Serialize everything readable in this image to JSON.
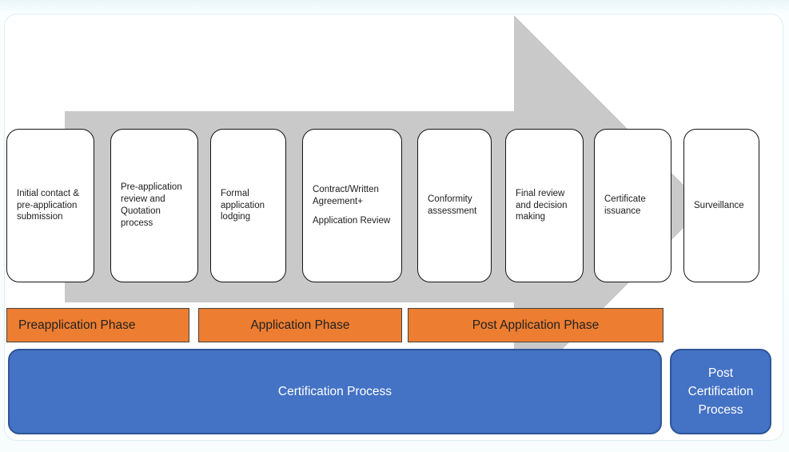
{
  "diagram": {
    "steps": [
      {
        "label": "Initial contact & pre-application submission"
      },
      {
        "label": "Pre-application review and Quotation process"
      },
      {
        "label": "Formal application lodging"
      },
      {
        "label": "Contract/Written Agreement+",
        "label_line2": "Application Review"
      },
      {
        "label": "Conformity assessment"
      },
      {
        "label": "Final review and decision making"
      },
      {
        "label": "Certificate issuance"
      },
      {
        "label": "Surveillance"
      }
    ],
    "phases": [
      {
        "label": "Preapplication Phase"
      },
      {
        "label": "Application Phase"
      },
      {
        "label": "Post Application Phase"
      }
    ],
    "processes": {
      "certification": {
        "label": "Certification Process"
      },
      "post_certification": {
        "label": "Post Certification Process"
      }
    },
    "colors": {
      "arrow_gray": "#c9c9c9",
      "phase_orange": "#ed7d31",
      "phase_border": "#474340",
      "process_blue": "#4472c4",
      "process_border": "#2f5597",
      "step_border": "#141414"
    }
  }
}
